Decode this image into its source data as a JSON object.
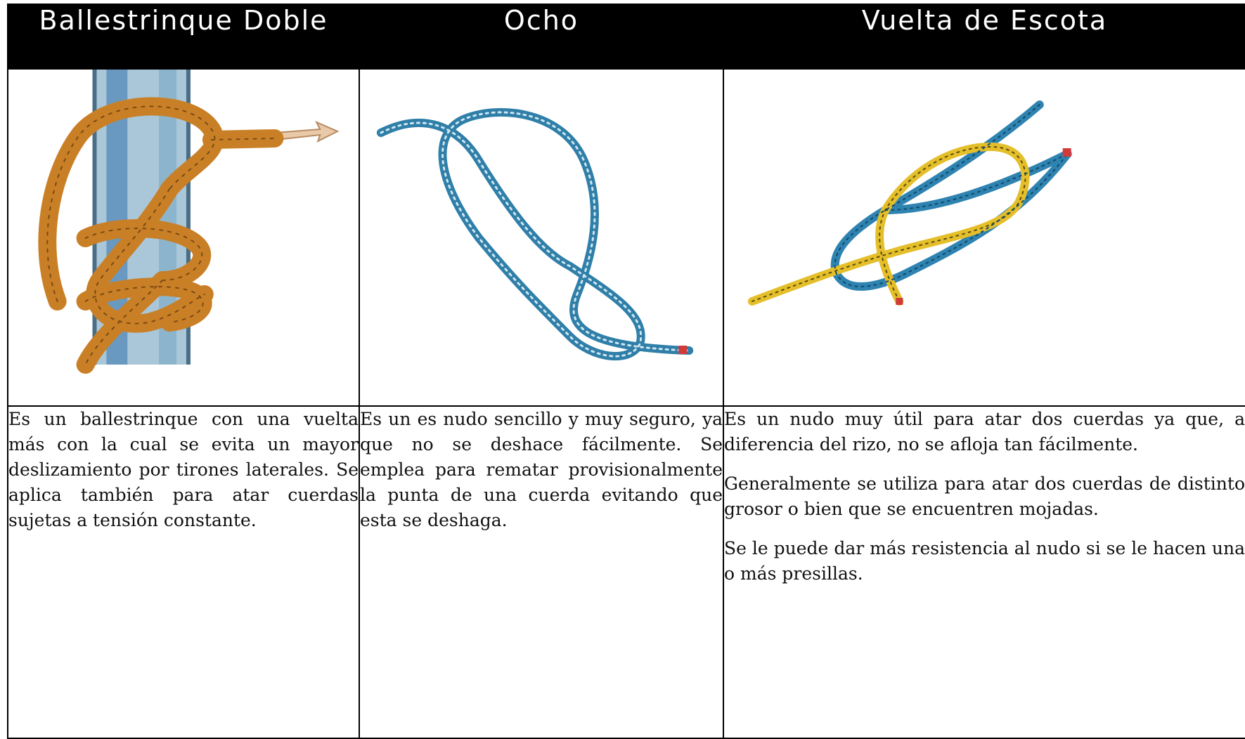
{
  "columns": [
    {
      "title": "Ballestrinque Doble",
      "illustration": "clove-hitch-double-knot-rope-around-pole",
      "paragraphs": [
        "Es un ballestrinque con una vuelta más con la cual se evita un mayor deslizamiento por tirones laterales. Se aplica también para atar cuerdas sujetas a tensión constante."
      ]
    },
    {
      "title": "Ocho",
      "illustration": "figure-eight-knot-blue-rope",
      "paragraphs": [
        "Es un es nudo sencillo y muy seguro, ya que no se deshace fácilmente. Se emplea para rematar provisionalmente la punta de una cuerda evitando que esta se deshaga."
      ]
    },
    {
      "title": "Vuelta de Escota",
      "illustration": "sheet-bend-knot-yellow-and-blue-ropes",
      "paragraphs": [
        "Es un nudo muy útil para atar dos cuerdas ya que, a diferencia del rizo, no se afloja tan fácilmente.",
        "Generalmente se utiliza para atar dos cuerdas de distinto grosor o bien que se encuentren mojadas.",
        "Se le puede dar más resistencia al nudo si se le hacen una o más presillas."
      ]
    }
  ],
  "colors": {
    "header_bg": "#000000",
    "header_text": "#ffffff",
    "rope_orange": "#d4892b",
    "rope_blue": "#2f8ab5",
    "rope_yellow": "#e8c323",
    "pole": "#8fb3c8"
  }
}
